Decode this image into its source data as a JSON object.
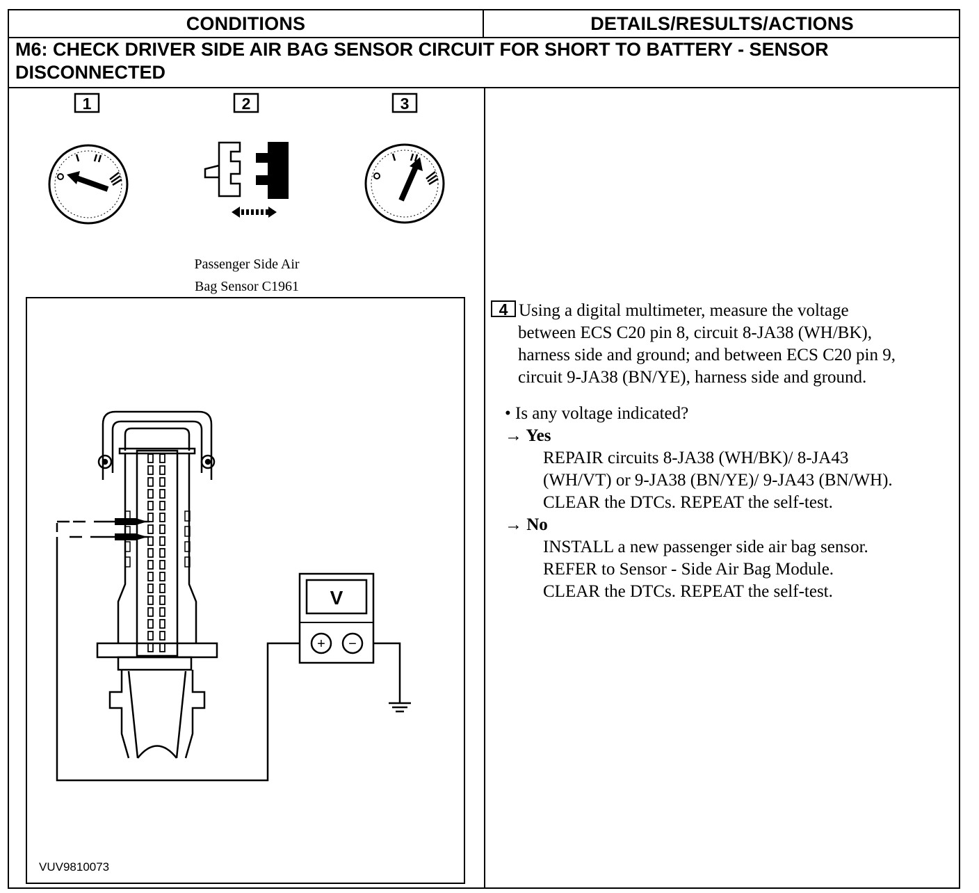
{
  "header": {
    "conditions": "CONDITIONS",
    "details": "DETAILS/RESULTS/ACTIONS"
  },
  "title": {
    "line1": "M6: CHECK DRIVER SIDE AIR BAG SENSOR CIRCUIT FOR SHORT TO BATTERY - SENSOR",
    "line2": "DISCONNECTED"
  },
  "figure": {
    "steps": [
      "1",
      "2",
      "3"
    ],
    "caption_line1": "Passenger Side Air",
    "caption_line2": "Bag Sensor C1961",
    "meter_label": "V",
    "meter_plus": "+",
    "meter_minus": "−",
    "figure_id": "VUV9810073",
    "icons": [
      "ignition-off-icon",
      "connector-disconnect-icon",
      "ignition-on-icon",
      "multimeter-icon",
      "ground-icon"
    ]
  },
  "step4": {
    "number": "4",
    "lines": [
      "Using a digital multimeter, measure the voltage",
      "between ECS C20 pin 8, circuit 8-JA38 (WH/BK),",
      "harness side and ground; and between ECS C20 pin 9,",
      "circuit 9-JA38 (BN/YE), harness side and ground."
    ],
    "question": "• Is any voltage indicated?",
    "yes_label": "→ Yes",
    "yes_actions": [
      "REPAIR circuits 8-JA38 (WH/BK)/ 8-JA43",
      "(WH/VT) or 9-JA38 (BN/YE)/ 9-JA43 (BN/WH).",
      "CLEAR the DTCs. REPEAT the self-test."
    ],
    "no_label": "→ No",
    "no_actions": [
      "INSTALL a new passenger side air bag sensor.",
      "REFER to Sensor - Side Air Bag Module.",
      "CLEAR the DTCs. REPEAT the self-test."
    ]
  }
}
